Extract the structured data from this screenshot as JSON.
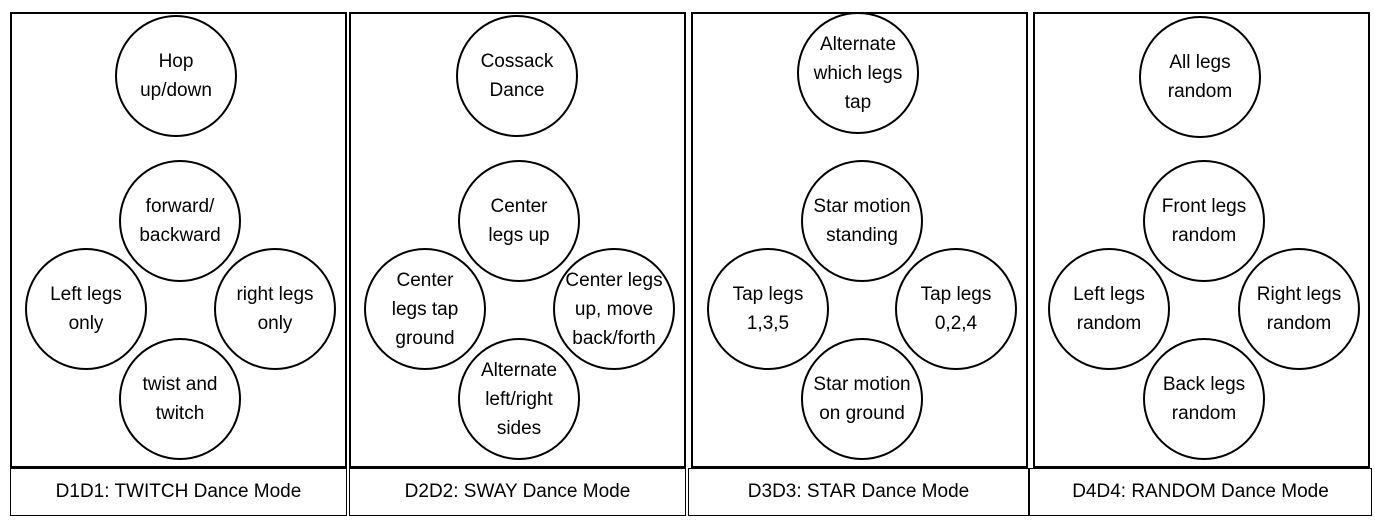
{
  "modes": [
    {
      "caption": "D1D1: TWITCH Dance Mode",
      "top": "Hop\nup/down",
      "upper": "forward/\nbackward",
      "left": "Left legs\nonly",
      "right": "right legs\nonly",
      "lower": "twist and\ntwitch"
    },
    {
      "caption": "D2D2: SWAY Dance Mode",
      "top": "Cossack\nDance",
      "upper": "Center\nlegs up",
      "left": "Center\nlegs tap\nground",
      "right": "Center legs\nup, move\nback/forth",
      "lower": "Alternate\nleft/right\nsides"
    },
    {
      "caption": "D3D3: STAR Dance Mode",
      "top": "Alternate\nwhich legs\ntap",
      "upper": "Star motion\nstanding",
      "left": "Tap legs\n1,3,5",
      "right": "Tap legs\n0,2,4",
      "lower": "Star motion\non ground"
    },
    {
      "caption": "D4D4: RANDOM Dance Mode",
      "top": "All legs\nrandom",
      "upper": "Front legs\nrandom",
      "left": "Left legs\nrandom",
      "right": "Right legs\nrandom",
      "lower": "Back legs\nrandom"
    }
  ]
}
